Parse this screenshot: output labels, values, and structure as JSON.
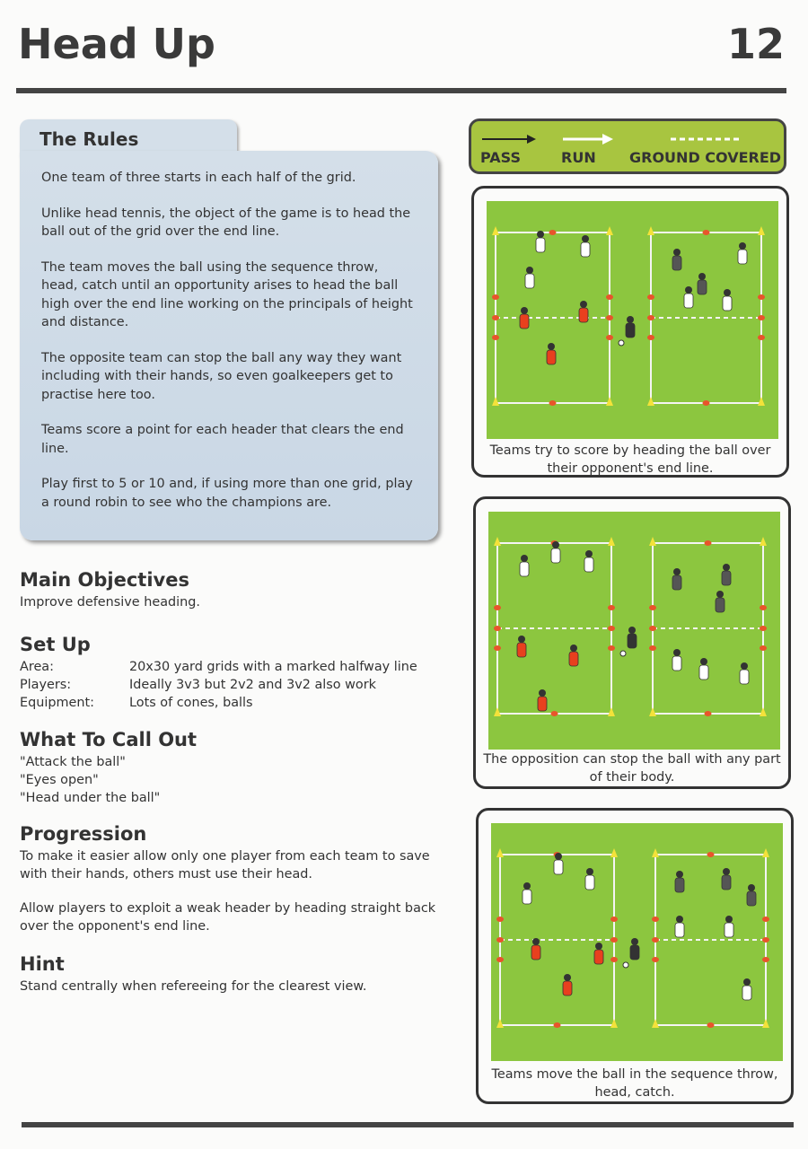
{
  "header": {
    "title": "Head Up",
    "page_number": "12"
  },
  "rules": {
    "title": "The Rules",
    "paragraphs": [
      "One team of three starts in each half of the grid.",
      "Unlike head tennis, the object of the game is to head the ball out of the grid over the end line.",
      "The team moves the ball using the sequence throw, head, catch until an opportunity arises to head the ball high over the end line working on the principals of height and distance.",
      "The opposite team can stop the ball any way they want including with their hands, so even goalkeepers get to practise here too.",
      "Teams score a point for each header that clears the end line.",
      "Play first to 5 or 10 and, if using more than one grid, play a round robin to see who the champions are."
    ]
  },
  "main_objectives": {
    "title": "Main Objectives",
    "text": "Improve defensive heading."
  },
  "set_up": {
    "title": "Set Up",
    "rows": [
      {
        "label": "Area:",
        "value": "20x30 yard grids with a marked halfway line"
      },
      {
        "label": "Players:",
        "value": "Ideally 3v3 but 2v2 and 3v2 also work"
      },
      {
        "label": "Equipment:",
        "value": "Lots of cones, balls"
      }
    ]
  },
  "call_out": {
    "title": "What To Call Out",
    "lines": [
      "\"Attack the ball\"",
      "\"Eyes open\"",
      "\"Head under the ball\""
    ]
  },
  "progression": {
    "title": "Progression",
    "paragraphs": [
      "To make it easier allow only one player from each team to save with their hands, others must use their head.",
      "Allow players to exploit a weak header by heading straight back over the opponent's end line."
    ]
  },
  "hint": {
    "title": "Hint",
    "text": "Stand centrally when refereeing for the clearest view."
  },
  "legend": {
    "pass": "PASS",
    "run": "RUN",
    "ground": "GROUND COVERED",
    "colors": {
      "field": "#8cc63f",
      "box": "#a8c540"
    }
  },
  "diagrams": [
    {
      "caption": "Teams try to score by heading the ball over their opponent's end line."
    },
    {
      "caption": "The opposition can stop the ball with any part of their body."
    },
    {
      "caption": "Teams move the ball in the sequence throw, head, catch."
    }
  ]
}
